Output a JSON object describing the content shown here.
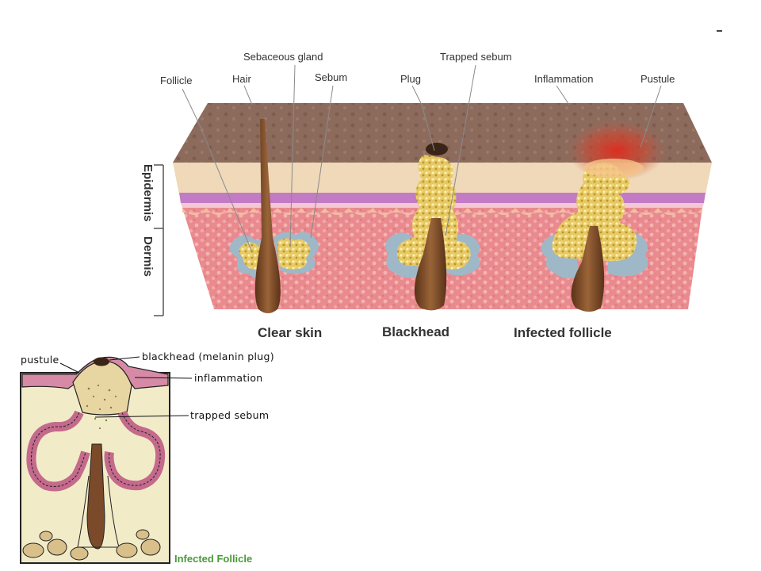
{
  "top_diagram": {
    "labels": {
      "follicle": "Follicle",
      "hair": "Hair",
      "sebaceous_gland": "Sebaceous gland",
      "sebum": "Sebum",
      "plug": "Plug",
      "trapped_sebum": "Trapped sebum",
      "inflammation": "Inflammation",
      "pustule": "Pustule"
    },
    "layers": {
      "epidermis": "Epidermis",
      "dermis": "Dermis"
    },
    "captions": {
      "clear_skin": "Clear skin",
      "blackhead": "Blackhead",
      "infected_follicle": "Infected follicle"
    }
  },
  "inset_diagram": {
    "labels": {
      "pustule": "pustule",
      "blackhead": "blackhead (melanin plug)",
      "inflammation": "inflammation",
      "trapped_sebum": "trapped sebum"
    },
    "caption": "Infected Follicle"
  },
  "colors": {
    "skin_surface": "#8c6a5b",
    "epidermis": "#efd9b8",
    "basal_band": "#c27bc4",
    "dermis": "#e8868c",
    "hair": "#7a4a2a",
    "sebum": "#e2c45a",
    "gland_rim": "#9fb8c8",
    "inflammation": "#d83a2a",
    "inset_caption": "#4a9a3a",
    "inset_membrane": "#d68aa6",
    "inset_base": "#f2ebc8"
  }
}
